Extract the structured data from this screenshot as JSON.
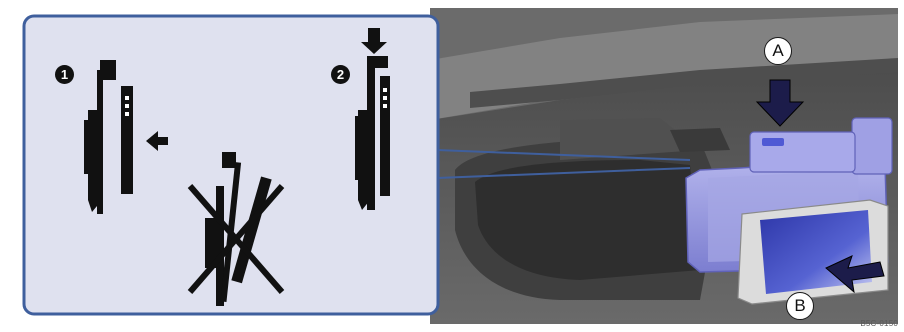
{
  "figure": {
    "reference_code": "B5C-0150",
    "callouts": [
      {
        "id": "A",
        "label": "A"
      },
      {
        "id": "B",
        "label": "B"
      }
    ],
    "steps": [
      {
        "id": "1",
        "label": "1"
      },
      {
        "id": "2",
        "label": "2"
      }
    ],
    "colors": {
      "inset_background": "#dfe1ef",
      "inset_border": "#3f5f9d",
      "holder": "#8e8fdc",
      "phone_screen": "#4a56c8",
      "dashboard": "#595959"
    }
  }
}
